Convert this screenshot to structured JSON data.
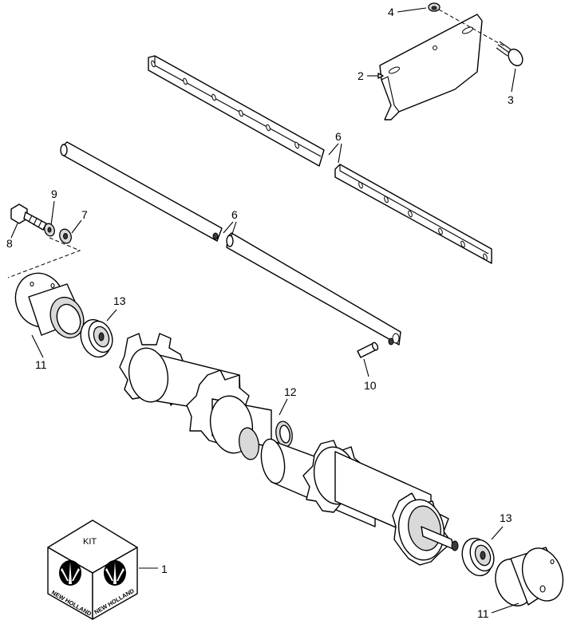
{
  "callouts": {
    "kit": "1",
    "plate": "2",
    "bolt_top": "3",
    "nut_top": "4",
    "washer_7": "7",
    "bolt_8": "8",
    "washer_9": "9",
    "shaft_break": "6",
    "strip_break": "6",
    "pin": "10",
    "housing_left": "11",
    "housing_right": "11",
    "sleeve": "12",
    "bearing_left": "13",
    "bearing_right": "13"
  },
  "kit_box": {
    "top_label": "KIT",
    "brand_left": "NEW HOLLAND",
    "brand_right": "NEW HOLLAND"
  }
}
